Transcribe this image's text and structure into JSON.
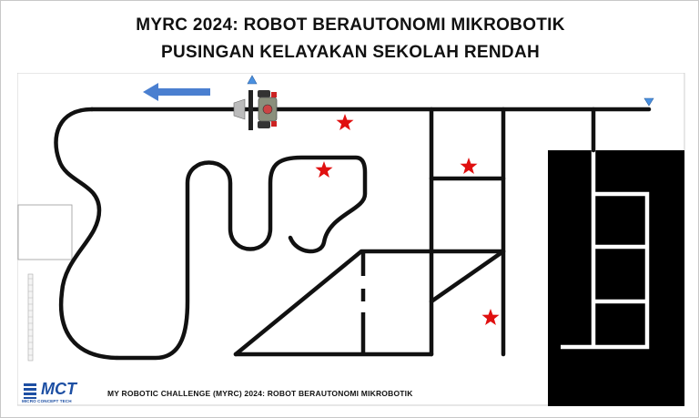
{
  "title": {
    "line1": "MYRC 2024: ROBOT BERAUTONOMI MIKROBOTIK",
    "line2": "PUSINGAN KELAYAKAN SEKOLAH RENDAH"
  },
  "footer": {
    "text": "MY ROBOTIC CHALLENGE (MYRC) 2024: ROBOT BERAUTONOMI MIKROBOTIK"
  },
  "logo": {
    "brand": "MCT",
    "subtitle": "MICRO CONCEPT TECH"
  },
  "colors": {
    "line": "#111111",
    "star": "#e01010",
    "arrow": "#4a7fd0",
    "marker": "#4a90e0",
    "logo": "#1d4fa3"
  },
  "icons": {
    "direction": "arrow-left-icon",
    "checkpoint": "star-icon",
    "start_marker": "triangle-up-icon",
    "end_marker": "triangle-down-icon",
    "robot": "robot-car-icon"
  }
}
